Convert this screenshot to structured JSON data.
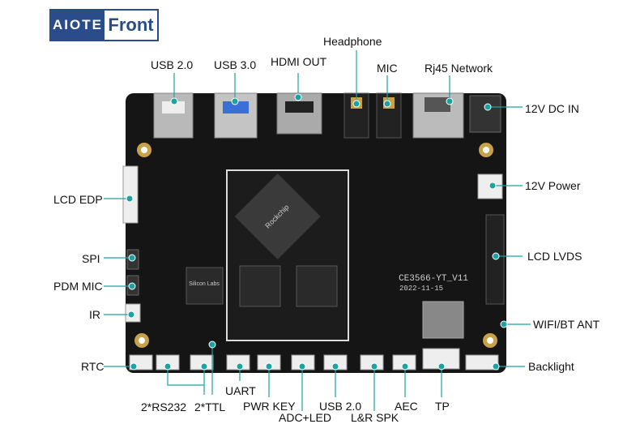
{
  "logo": {
    "brand": "AIOTE",
    "word": "Front"
  },
  "colors": {
    "pcb": "#151515",
    "callout": "#1aa3a0",
    "logo": "#2a4c8a",
    "silk": "#cfcfcf",
    "gold": "#c8a24a"
  },
  "board_silkscreen": {
    "model": "CE3566-YT_V11",
    "date": "2022-11-15",
    "chip_brand": "Rockchip",
    "codec_brand": "Silicon Labs"
  },
  "labels": {
    "headphone": "Headphone",
    "usb20_top": "USB 2.0",
    "usb30": "USB 3.0",
    "hdmi": "HDMI OUT",
    "mic": "MIC",
    "rj45": "Rj45 Network",
    "dc_in": "12V DC IN",
    "lcd_edp": "LCD EDP",
    "power_12v": "12V Power",
    "spi": "SPI",
    "lcd_lvds": "LCD LVDS",
    "pdm_mic": "PDM MIC",
    "ir": "IR",
    "wifi_ant": "WIFI/BT ANT",
    "rtc": "RTC",
    "backlight": "Backlight",
    "rs232": "2*RS232",
    "ttl": "2*TTL",
    "uart": "UART",
    "pwr_key": "PWR KEY",
    "adc_led": "ADC+LED",
    "usb20_bottom": "USB 2.0",
    "lr_spk": "L&R SPK",
    "aec": "AEC",
    "tp": "TP"
  }
}
